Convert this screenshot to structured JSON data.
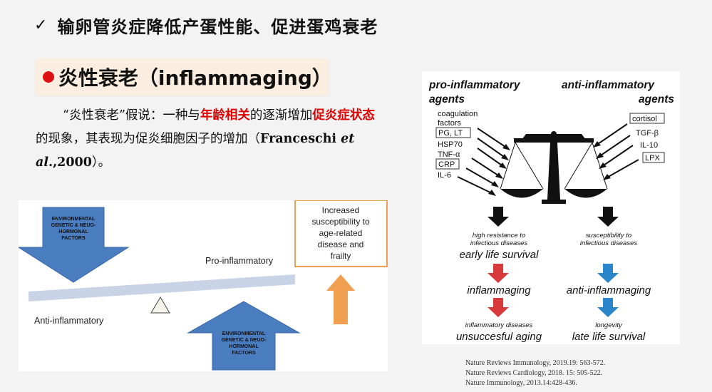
{
  "header": {
    "check_mark": "✓",
    "title": "输卵管炎症降低产蛋性能、促进蛋鸡衰老"
  },
  "section": {
    "title": "炎性衰老（inflammaging）"
  },
  "paragraph": {
    "part1": "“炎性衰老”假说：一种与",
    "highlight1": "年龄相关",
    "part2": "的逐渐增加",
    "highlight2": "促炎症状态",
    "part3": "的现象，其表现为促炎细胞因子的增加（",
    "author": "Franceschi ",
    "etal": "et al",
    "year": ".,2000",
    "end": "）。"
  },
  "left_diagram": {
    "top_arrow_label": "ENVIRONMENTAL GENETIC & NEUO-HORMONAL FACTORS",
    "bottom_arrow_label": "ENVIRONMENTAL GENETIC & NEUO-HORMONAL FACTORS",
    "pro_label": "Pro-inflammatory",
    "anti_label": "Anti-inflammatory",
    "box_text": "Increased susceptibility to age-related disease and frailty",
    "colors": {
      "blue_arrow": "#4a7cc0",
      "beam": "#c9d3e6",
      "orange": "#f0a050"
    }
  },
  "right_diagram": {
    "pro_heading_1": "pro-inflammatory",
    "pro_heading_2": "agents",
    "anti_heading_1": "anti-inflammatory",
    "anti_heading_2": "agents",
    "pro_items": [
      "coagulation",
      "factors",
      "PG, LT",
      "HSP70",
      "TNF-α",
      "CRP",
      "IL-6"
    ],
    "anti_items": [
      "cortisol",
      "TGF-β",
      "IL-10",
      "LPX"
    ],
    "left_caption_small": "high resistance to",
    "left_caption_small2": "infectious diseases",
    "left_caption_big": "early life survival",
    "left_mid": "inflammaging",
    "left_small_bottom": "inflammatory diseases",
    "left_big_bottom": "unsuccesful aging",
    "right_caption_small": "susceptibility to",
    "right_caption_small2": "infectious diseases",
    "right_mid": "anti-inflammaging",
    "right_small_bottom": "longevity",
    "right_big_bottom": "late life survival",
    "colors": {
      "red_arrow": "#d63a3a",
      "blue_arrow": "#2b86c9"
    }
  },
  "references": [
    "Nature Reviews Immunology, 2019.19: 563-572.",
    "Nature Reviews Cardiology, 2018. 15: 505-522.",
    "Nature Immunology, 2013.14:428-436."
  ]
}
